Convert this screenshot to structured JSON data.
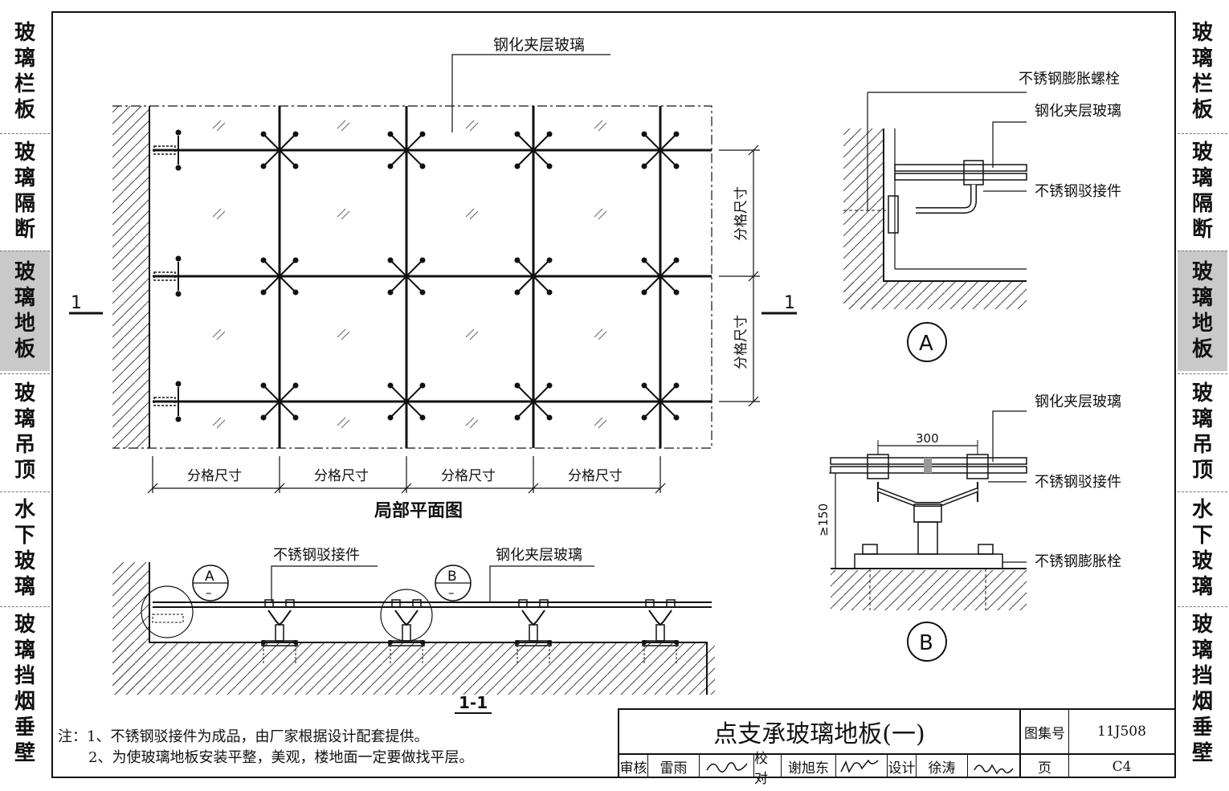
{
  "side_tabs": [
    {
      "chars": [
        "玻",
        "璃",
        "栏",
        "板"
      ],
      "active": false
    },
    {
      "chars": [
        "玻",
        "璃",
        "隔",
        "断"
      ],
      "active": false
    },
    {
      "chars": [
        "玻",
        "璃",
        "地",
        "板"
      ],
      "active": true
    },
    {
      "chars": [
        "玻",
        "璃",
        "吊",
        "顶"
      ],
      "active": false
    },
    {
      "chars": [
        "水",
        "下",
        "玻",
        "璃"
      ],
      "active": false
    },
    {
      "chars": [
        "玻",
        "璃",
        "挡",
        "烟",
        "垂",
        "壁"
      ],
      "active": false
    }
  ],
  "plan": {
    "glass_label": "钢化夹层玻璃",
    "dim_label": "分格尺寸",
    "section_mark": "1",
    "title": "局部平面图"
  },
  "section": {
    "fitting_label": "不锈钢驳接件",
    "glass_label": "钢化夹层玻璃",
    "detail_a": "A",
    "detail_b": "B",
    "detail_sub": "–",
    "title": "1-1"
  },
  "detail_a": {
    "bolt_label": "不锈钢膨胀螺栓",
    "glass_label": "钢化夹层玻璃",
    "fitting_label": "不锈钢驳接件",
    "mark": "A"
  },
  "detail_b": {
    "glass_label": "钢化夹层玻璃",
    "fitting_label": "不锈钢驳接件",
    "bolt_label": "不锈钢膨胀栓",
    "dim_300": "300",
    "dim_150": "≥150",
    "mark": "B"
  },
  "notes": {
    "line1": "注：1、不锈钢驳接件为成品，由厂家根据设计配套提供。",
    "line2": "2、为使玻璃地板安装平整，美观，楼地面一定要做找平层。"
  },
  "title_block": {
    "title": "点支承玻璃地板(一)",
    "atlas_label": "图集号",
    "atlas_no": "11J508",
    "review_label": "审核",
    "reviewer": "雷雨",
    "check_label": "校对",
    "checker": "谢旭东",
    "design_label": "设计",
    "designer": "徐涛",
    "page_label": "页",
    "page_no": "C4"
  }
}
